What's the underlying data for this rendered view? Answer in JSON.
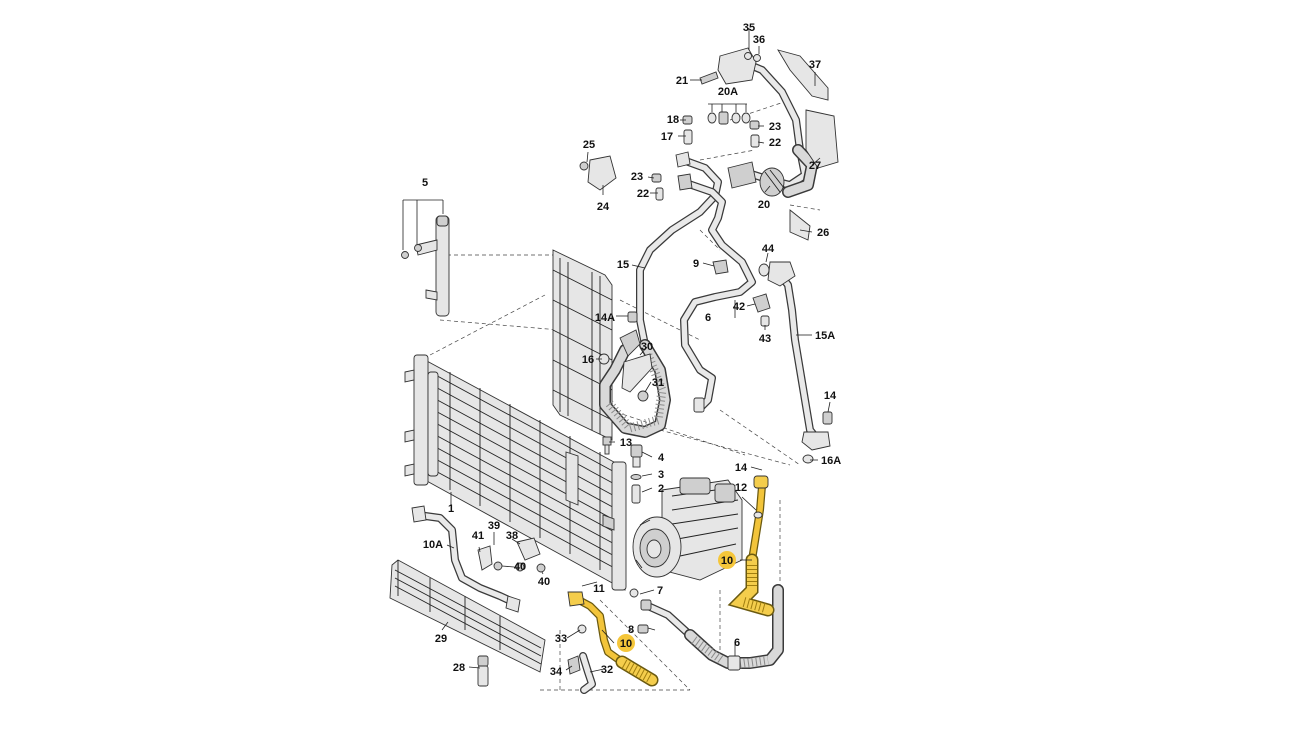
{
  "callouts": {
    "c1": "1",
    "c2": "2",
    "c3": "3",
    "c4": "4",
    "c5": "5",
    "c6a": "6",
    "c6b": "6",
    "c7": "7",
    "c8": "8",
    "c9": "9",
    "c10a": "10",
    "c10b": "10",
    "c10A": "10A",
    "c11": "11",
    "c12": "12",
    "c13": "13",
    "c14a": "14",
    "c14b": "14",
    "c14A": "14A",
    "c15": "15",
    "c15A": "15A",
    "c16": "16",
    "c16A": "16A",
    "c17": "17",
    "c18": "18",
    "c20": "20",
    "c20A": "20A",
    "c21": "21",
    "c22a": "22",
    "c22b": "22",
    "c23a": "23",
    "c23b": "23",
    "c24": "24",
    "c25": "25",
    "c26": "26",
    "c27": "27",
    "c28": "28",
    "c29": "29",
    "c30": "30",
    "c31": "31",
    "c32": "32",
    "c33": "33",
    "c34": "34",
    "c35": "35",
    "c36": "36",
    "c37": "37",
    "c38": "38",
    "c39": "39",
    "c40a": "40",
    "c40b": "40",
    "c41": "41",
    "c42": "42",
    "c43": "43",
    "c44": "44"
  },
  "highlight": {
    "color": "#f5c63a",
    "parts": [
      "10"
    ]
  }
}
